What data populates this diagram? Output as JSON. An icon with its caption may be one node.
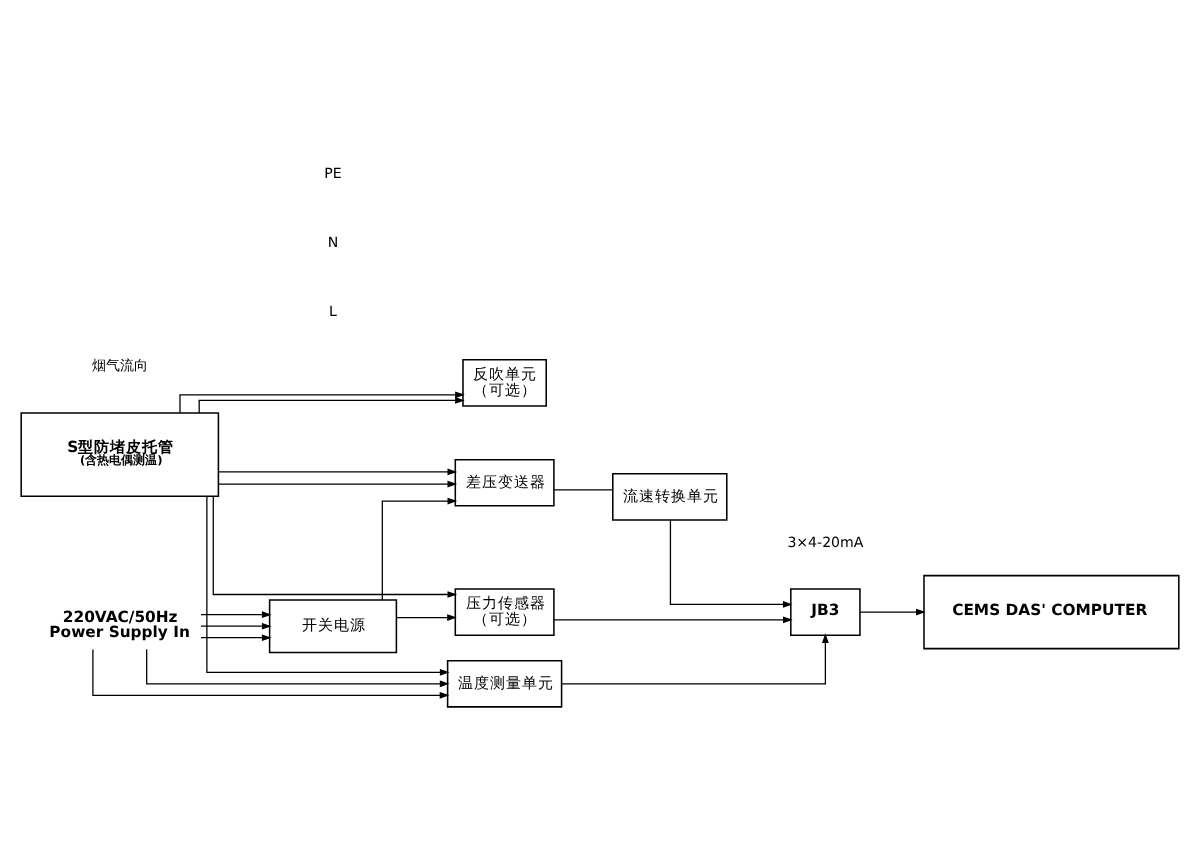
{
  "diagram": {
    "nodes": [
      {
        "text": [
          "S型防堵皮托管",
          "(含热电偶测温)"
        ]
      },
      {
        "text": [
          "反吹单元",
          "（可选）"
        ]
      },
      {
        "text": [
          "差压变送器"
        ]
      },
      {
        "text": [
          "流速转换单元"
        ]
      },
      {
        "text": [
          "压力传感器",
          "（可选）"
        ]
      },
      {
        "text": [
          "温度测量单元"
        ]
      },
      {
        "text": [
          "开关电源"
        ]
      },
      {
        "text": [
          "JB3"
        ]
      },
      {
        "text": [
          "220VAC/50Hz",
          "Power Supply In"
        ]
      },
      {
        "text": [
          "CEMS DAS' COMPUTER"
        ]
      }
    ],
    "edges": [
      {
        "from": 0,
        "to": 1,
        "arrow": "to"
      },
      {
        "from": 0,
        "to": 1,
        "arrow": "to"
      },
      {
        "from": 0,
        "to": 2,
        "arrow": "to"
      },
      {
        "from": 0,
        "to": 2,
        "arrow": "to"
      },
      {
        "from": 0,
        "to": 4,
        "arrow": "to"
      },
      {
        "from": 0,
        "to": 5,
        "arrow": "to"
      },
      {
        "from": 2,
        "to": 3,
        "arrow": "none"
      },
      {
        "from": 3,
        "to": 7,
        "arrow": "to"
      },
      {
        "from": 4,
        "to": 7,
        "arrow": "to"
      },
      {
        "from": 5,
        "to": 7,
        "arrow": "to"
      },
      {
        "from": 6,
        "to": 4,
        "arrow": "to"
      },
      {
        "from": 6,
        "to": 2,
        "arrow": "to"
      },
      {
        "from": 8,
        "to": 5,
        "arrow": "to"
      },
      {
        "from": 8,
        "to": 5,
        "arrow": "to"
      },
      {
        "from": 8,
        "to": 6,
        "arrow": "to"
      },
      {
        "from": 8,
        "to": 6,
        "arrow": "to"
      },
      {
        "from": 8,
        "to": 6,
        "arrow": "to"
      },
      {
        "from": 7,
        "to": 9,
        "arrow": "to"
      }
    ],
    "labels": [
      "烟气流向",
      "L",
      "N",
      "PE",
      "3×4-20mA"
    ]
  }
}
